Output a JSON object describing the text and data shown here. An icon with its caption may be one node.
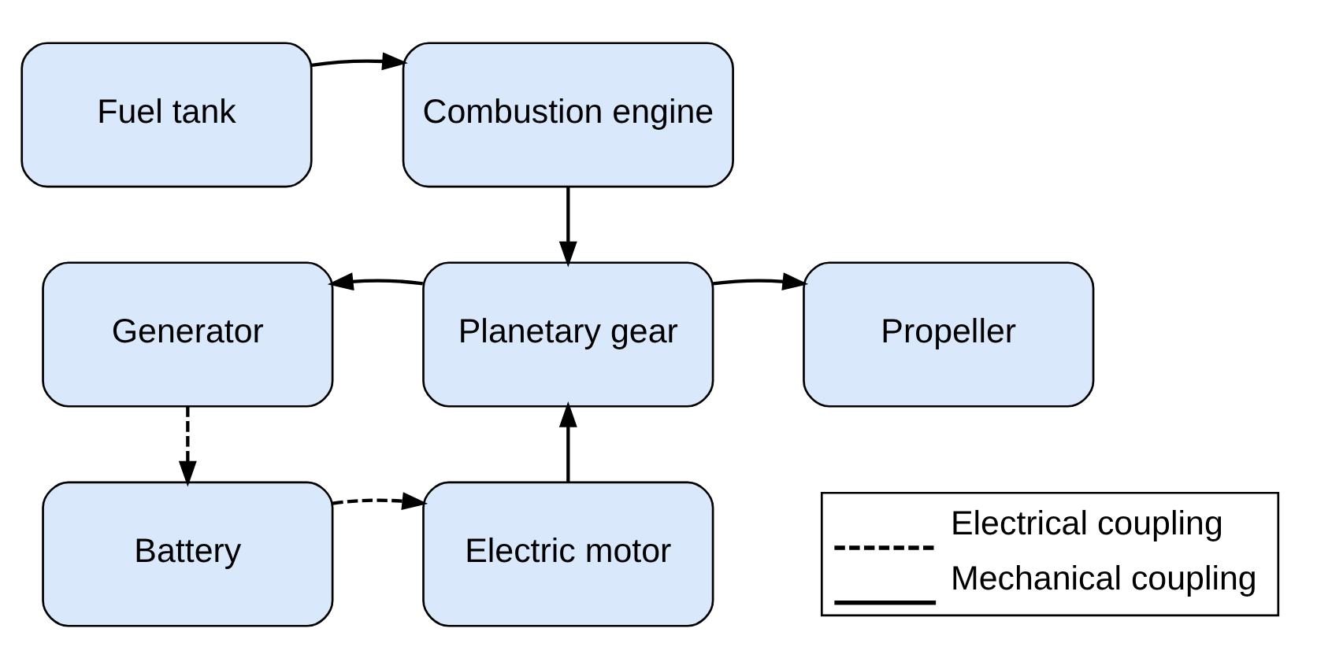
{
  "diagram": {
    "nodes": [
      {
        "text": [
          "Fuel tank"
        ]
      },
      {
        "text": [
          "Combustion engine"
        ]
      },
      {
        "text": [
          "Generator"
        ]
      },
      {
        "text": [
          "Planetary gear"
        ]
      },
      {
        "text": [
          "Propeller"
        ]
      },
      {
        "text": [
          "Battery"
        ]
      },
      {
        "text": [
          "Electric motor"
        ]
      }
    ],
    "edges": [
      {
        "from": 0,
        "to": 1,
        "arrow": "to"
      },
      {
        "from": 1,
        "to": 3,
        "arrow": "to"
      },
      {
        "from": 3,
        "to": 2,
        "arrow": "to"
      },
      {
        "from": 3,
        "to": 4,
        "arrow": "to"
      },
      {
        "from": 2,
        "to": 5,
        "arrow": "to",
        "style": "dashed"
      },
      {
        "from": 5,
        "to": 6,
        "arrow": "to",
        "style": "dashed"
      },
      {
        "from": 6,
        "to": 3,
        "arrow": "to"
      }
    ],
    "legend": [
      {
        "text": "Electrical coupling"
      },
      {
        "text": "Mechanical coupling"
      }
    ]
  }
}
